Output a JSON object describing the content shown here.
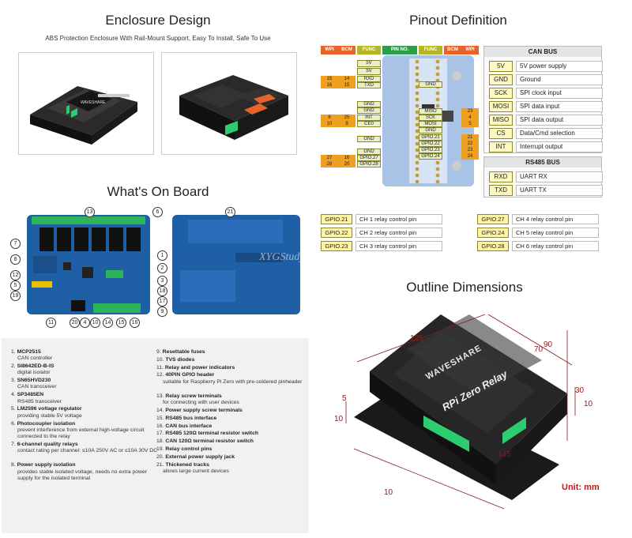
{
  "enclosure": {
    "title": "Enclosure Design",
    "subtitle": "ABS Protection Enclosure With Rail-Mount Support, Easy To Install, Safe To Use"
  },
  "pinout": {
    "title": "Pinout Definition",
    "header_left": [
      "WPI",
      "BCM",
      "FUNC"
    ],
    "header_mid": "PIN NO.",
    "header_right": [
      "FUNC",
      "BCM",
      "WPI"
    ],
    "left_rows": [
      {
        "wpi": "15",
        "bcm": "14",
        "func": "RXD"
      },
      {
        "wpi": "16",
        "bcm": "15",
        "func": "TXD"
      },
      {
        "wpi": "6",
        "bcm": "25",
        "func": "INT"
      },
      {
        "wpi": "10",
        "bcm": "8",
        "func": "CE0"
      },
      {
        "wpi": "27",
        "bcm": "16",
        "func": "GPIO.27"
      },
      {
        "wpi": "28",
        "bcm": "20",
        "func": "GPIO.28"
      }
    ],
    "left_labels": [
      "5V",
      "5V",
      "GND",
      "GND",
      "GND",
      "GND",
      "GND",
      "GND",
      "GND"
    ],
    "right_labels": [
      "MISO",
      "SCK",
      "MOSI",
      "GPIO.21",
      "GPIO.22",
      "GPIO.23",
      "GPIO.24",
      "GND",
      "GND"
    ],
    "right_nums": [
      "21",
      "22",
      "23",
      "24",
      "23",
      "4",
      "5"
    ],
    "can_bus": {
      "title": "CAN BUS",
      "rows": [
        {
          "tag": "5V",
          "desc": "5V power supply"
        },
        {
          "tag": "GND",
          "desc": "Ground"
        },
        {
          "tag": "SCK",
          "desc": "SPI clock input"
        },
        {
          "tag": "MOSI",
          "desc": "SPI data input"
        },
        {
          "tag": "MISO",
          "desc": "SPI data output"
        },
        {
          "tag": "CS",
          "desc": "Data/Cmd selection"
        },
        {
          "tag": "INT",
          "desc": "Interrupt output"
        }
      ]
    },
    "rs485_bus": {
      "title": "RS485 BUS",
      "rows": [
        {
          "tag": "RXD",
          "desc": "UART RX"
        },
        {
          "tag": "TXD",
          "desc": "UART TX"
        }
      ]
    },
    "relay_pins_left": [
      {
        "tag": "GPIO.21",
        "desc": "CH 1 relay control pin"
      },
      {
        "tag": "GPIO.22",
        "desc": "CH 2 relay control pin"
      },
      {
        "tag": "GPIO.23",
        "desc": "CH 3 relay control pin"
      }
    ],
    "relay_pins_right": [
      {
        "tag": "GPIO.27",
        "desc": "CH 4 relay control pin"
      },
      {
        "tag": "GPIO.24",
        "desc": "CH 5 relay control pin"
      },
      {
        "tag": "GPIO.28",
        "desc": "CH 6 relay control pin"
      }
    ]
  },
  "board": {
    "title": "What's On Board",
    "callouts": [
      "13",
      "6",
      "21",
      "7",
      "8",
      "12",
      "5",
      "19",
      "1",
      "2",
      "3",
      "18",
      "17",
      "9",
      "11",
      "20",
      "4",
      "10",
      "14",
      "15",
      "16"
    ],
    "watermark": "XYGStudy"
  },
  "components": {
    "left": [
      {
        "num": "1.",
        "name": "MCP2515",
        "desc": "CAN controller"
      },
      {
        "num": "2.",
        "name": "SI8642ED-B-IS",
        "desc": "digital isolator"
      },
      {
        "num": "3.",
        "name": "SN65HVD230",
        "desc": "CAN transceiver"
      },
      {
        "num": "4.",
        "name": "SP3485EN",
        "desc": "RS485 transceiver"
      },
      {
        "num": "5.",
        "name": "LM2596 voltage regulator",
        "desc": "providing stable 5V voltage"
      },
      {
        "num": "6.",
        "name": "Photocoupler isolation",
        "desc": "prevent interference from external high-voltage circuit connected to the relay"
      },
      {
        "num": "7.",
        "name": "6-channel quality relays",
        "desc": "contact rating per channel: ≤10A 250V AC or ≤10A 30V DC"
      },
      {
        "num": "8.",
        "name": "Power supply isolation",
        "desc": "provides stable isolated voltage, needs no extra power supply for the isolated terminal"
      }
    ],
    "right": [
      {
        "num": "9.",
        "name": "Resettable fuses",
        "desc": ""
      },
      {
        "num": "10.",
        "name": "TVS diodes",
        "desc": ""
      },
      {
        "num": "11.",
        "name": "Relay and power indicators",
        "desc": ""
      },
      {
        "num": "12.",
        "name": "40PIN GPIO header",
        "desc": "suitable for Raspberry Pi Zero with pre-soldered pinheader"
      },
      {
        "num": "13.",
        "name": "Relay screw terminals",
        "desc": "for connecting with user devices"
      },
      {
        "num": "14.",
        "name": "Power supply screw terminals",
        "desc": ""
      },
      {
        "num": "15.",
        "name": "RS485 bus interface",
        "desc": ""
      },
      {
        "num": "16.",
        "name": "CAN bus interface",
        "desc": ""
      },
      {
        "num": "17.",
        "name": "RS485 120Ω terminal resistor switch",
        "desc": ""
      },
      {
        "num": "18.",
        "name": "CAN 120Ω terminal resistor switch",
        "desc": ""
      },
      {
        "num": "19.",
        "name": "Relay control pins",
        "desc": ""
      },
      {
        "num": "20.",
        "name": "External power supply jack",
        "desc": ""
      },
      {
        "num": "21.",
        "name": "Thickened tracks",
        "desc": "allows large current devices"
      }
    ]
  },
  "dimensions": {
    "title": "Outline Dimensions",
    "labels": {
      "length": "125",
      "width1": "70",
      "width2": "90",
      "h30": "30",
      "h10": "10",
      "d5": "5",
      "d10": "10",
      "base": "145",
      "foot": "10"
    },
    "product_brand": "WAVESHARE",
    "product_name": "RPi Zero Relay",
    "unit": "Unit: mm"
  }
}
